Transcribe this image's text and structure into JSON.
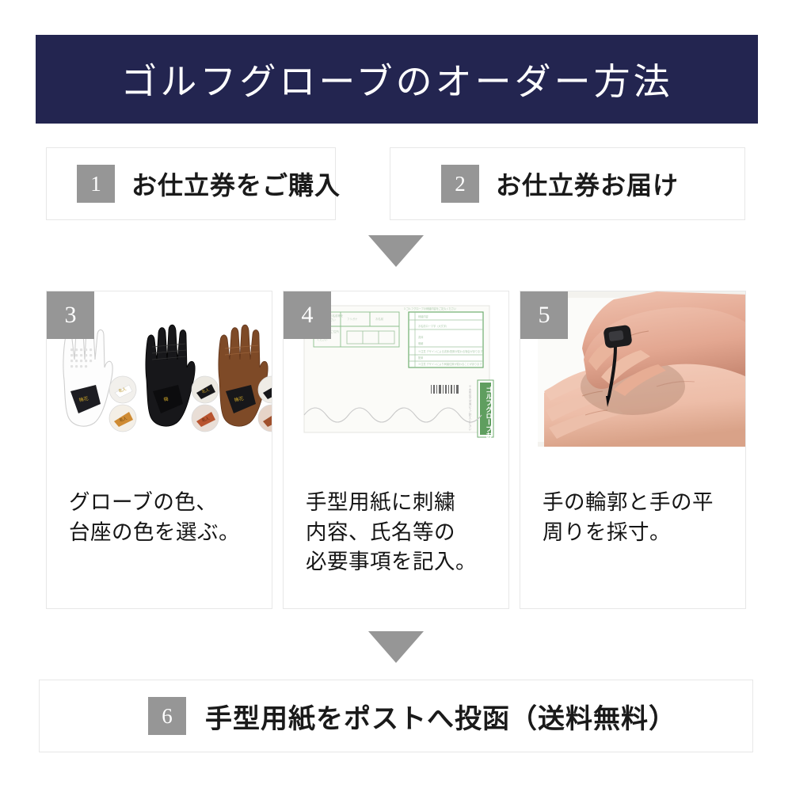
{
  "header": {
    "title": "ゴルフグローブのオーダー方法",
    "background_color": "#232550",
    "text_color": "#ffffff"
  },
  "theme": {
    "badge_color": "#969696",
    "card_border_color": "#e7e7e7",
    "arrow_color": "#969696",
    "page_background": "#ffffff",
    "text_color": "#141414",
    "form_accent_color": "#5f9e5f"
  },
  "steps_row1": [
    {
      "number": "1",
      "label": "お仕立券をご購入"
    },
    {
      "number": "2",
      "label": "お仕立券お届け"
    }
  ],
  "steps_row2": [
    {
      "number": "3",
      "caption": "グローブの色、\n台座の色を選ぶ。",
      "media": "golf-gloves-color-swatches-photo"
    },
    {
      "number": "4",
      "caption": "手型用紙に刺繍\n内容、氏名等の\n必要事項を記入。",
      "media": "hand-template-order-form-photo",
      "form_strip_text": "ゴルフグローブお申込"
    },
    {
      "number": "5",
      "caption": "手の輪郭と手の平\n周りを採寸。",
      "media": "hand-tracing-measurement-photo"
    }
  ],
  "steps_row3": [
    {
      "number": "6",
      "label": "手型用紙をポストへ投函（送料無料）"
    }
  ],
  "arrows": [
    {
      "name": "arrow-row1-to-row2",
      "direction": "down"
    },
    {
      "name": "arrow-row2-to-row3",
      "direction": "down"
    }
  ]
}
